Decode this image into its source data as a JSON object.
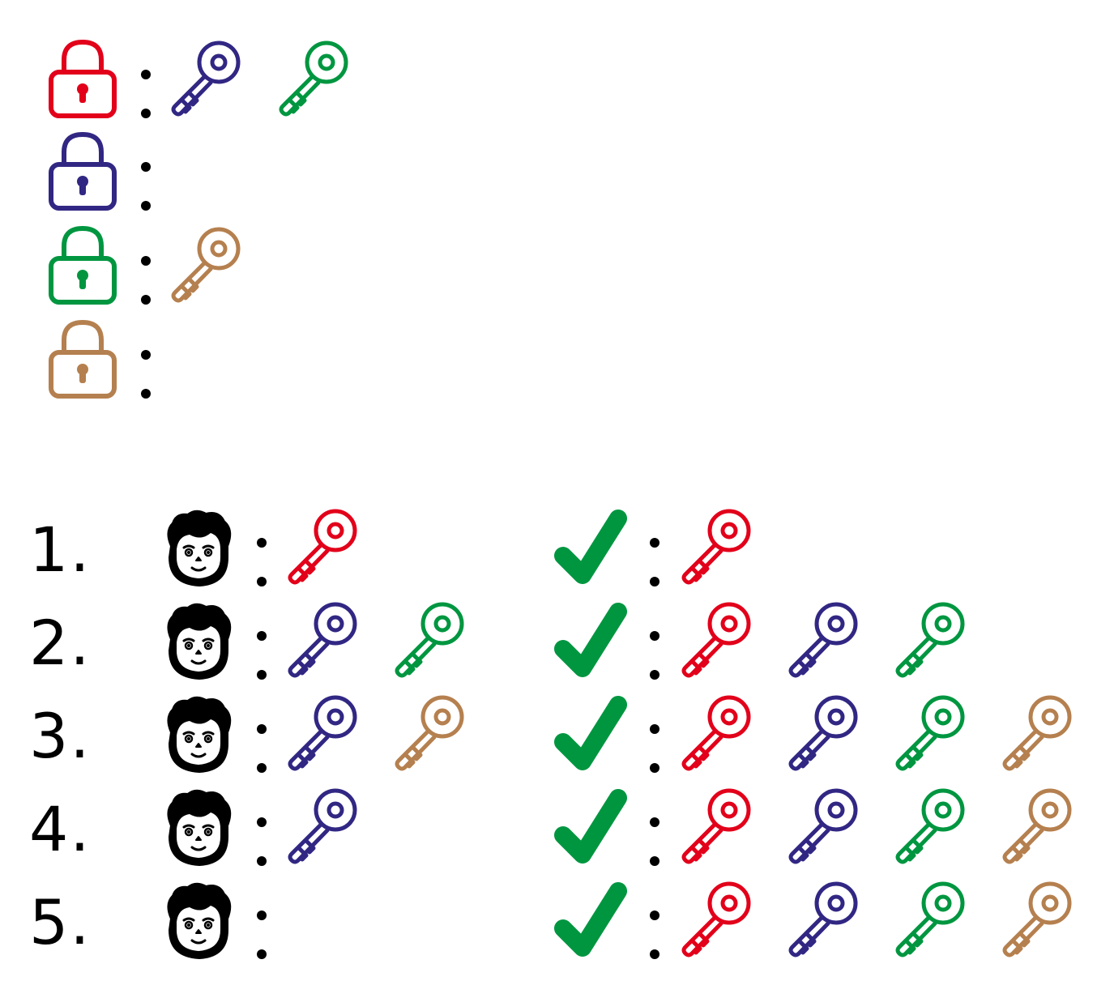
{
  "colors": {
    "red": "#e2001a",
    "blue": "#312783",
    "green": "#009640",
    "tan": "#b5804f",
    "check": "#009640",
    "ink": "#000000"
  },
  "lock_rules": [
    {
      "lock": "red",
      "opened_by": [
        "blue",
        "green"
      ]
    },
    {
      "lock": "blue",
      "opened_by": []
    },
    {
      "lock": "green",
      "opened_by": [
        "tan"
      ]
    },
    {
      "lock": "tan",
      "opened_by": []
    }
  ],
  "steps": [
    {
      "number": "1.",
      "person_icon": "person-face-icon",
      "person_keys": [
        "red"
      ],
      "check_icon": "checkmark-icon",
      "result_keys": [
        "red"
      ]
    },
    {
      "number": "2.",
      "person_icon": "person-face-icon",
      "person_keys": [
        "blue",
        "green"
      ],
      "check_icon": "checkmark-icon",
      "result_keys": [
        "red",
        "blue",
        "green"
      ]
    },
    {
      "number": "3.",
      "person_icon": "person-face-icon",
      "person_keys": [
        "blue",
        "tan"
      ],
      "check_icon": "checkmark-icon",
      "result_keys": [
        "red",
        "blue",
        "green",
        "tan"
      ]
    },
    {
      "number": "4.",
      "person_icon": "person-face-icon",
      "person_keys": [
        "blue"
      ],
      "check_icon": "checkmark-icon",
      "result_keys": [
        "red",
        "blue",
        "green",
        "tan"
      ]
    },
    {
      "number": "5.",
      "person_icon": "person-face-icon",
      "person_keys": [],
      "check_icon": "checkmark-icon",
      "result_keys": [
        "red",
        "blue",
        "green",
        "tan"
      ]
    }
  ]
}
